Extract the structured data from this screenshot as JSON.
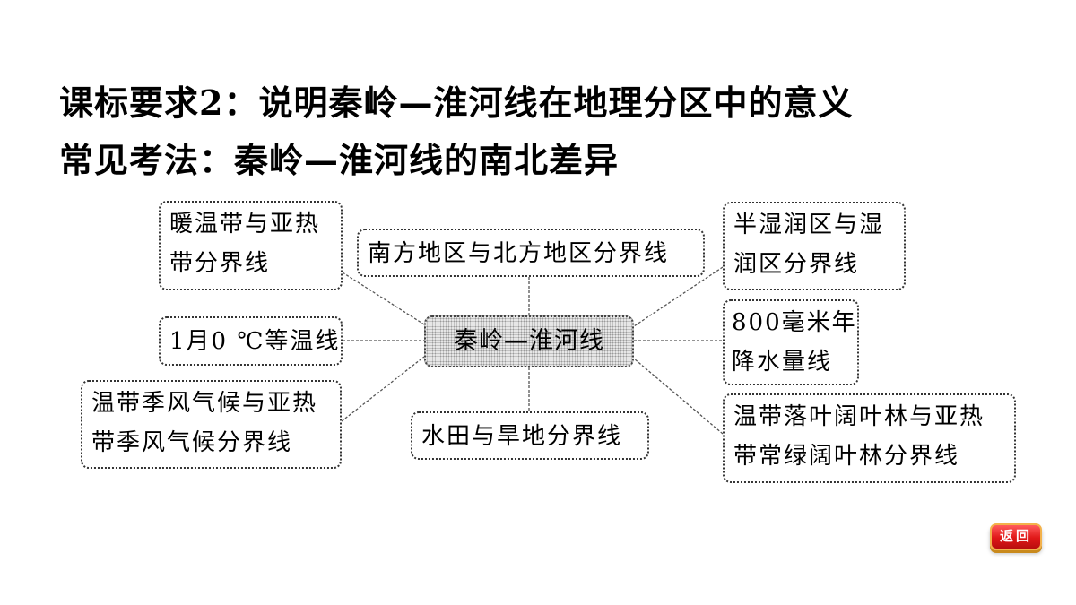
{
  "heading": {
    "line1": "课标要求2：说明秦岭—淮河线在地理分区中的意义",
    "line2": "常见考法：秦岭—淮河线的南北差异"
  },
  "center": "秦岭—淮河线",
  "boxes": {
    "warm_line1": "暖温带与亚热",
    "warm_line2": "带分界线",
    "south_north": "南方地区与北方地区分界线",
    "humid_line1": "半湿润区与湿",
    "humid_line2": "润区分界线",
    "jan": "1月0 ℃等温线",
    "precip_line1": "800毫米年",
    "precip_line2": "降水量线",
    "monsoon_line1": "温带季风气候与亚热",
    "monsoon_line2": "带季风气候分界线",
    "paddy": "水田与旱地分界线",
    "forest_line1": "温带落叶阔叶林与亚热",
    "forest_line2": "带常绿阔叶林分界线"
  },
  "return_button": "返回"
}
